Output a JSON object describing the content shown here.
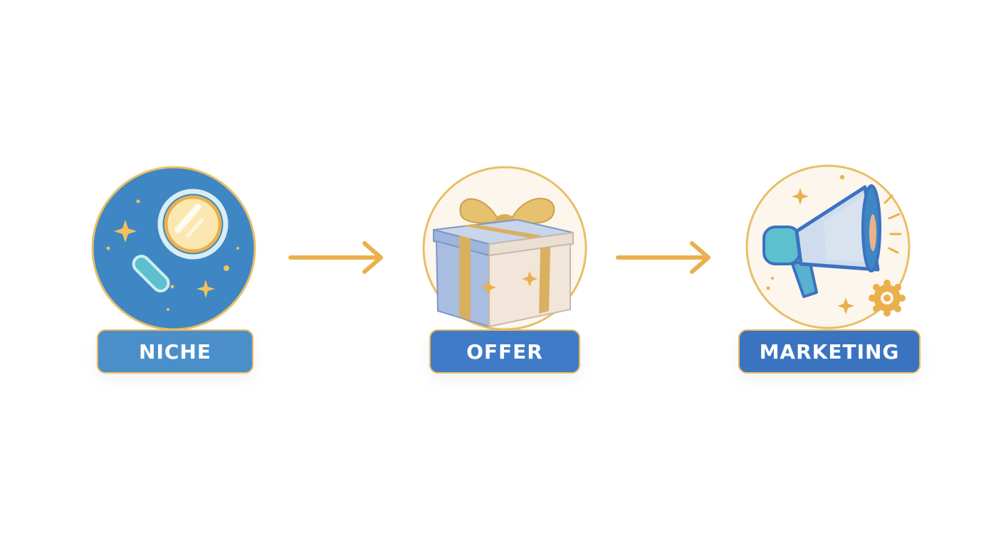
{
  "steps": [
    {
      "label": "NICHE",
      "icon": "magnifying-glass-icon"
    },
    {
      "label": "OFFER",
      "icon": "gift-box-icon"
    },
    {
      "label": "MARKETING",
      "icon": "megaphone-icon"
    }
  ],
  "colors": {
    "primary_blue": "#3f86c4",
    "label_blue": "#4a86c8",
    "label_blue_dark": "#3a73c0",
    "accent_gold": "#e9b04c",
    "circle_border": "#e8bf67",
    "cream": "#fdf6ec"
  }
}
